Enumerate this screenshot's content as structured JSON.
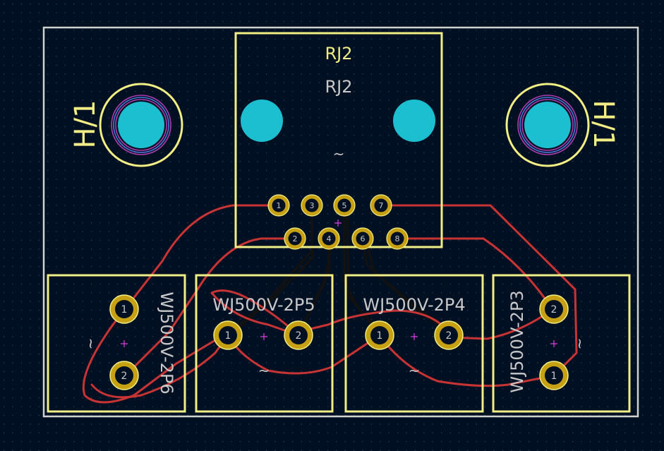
{
  "colors": {
    "background": "#001023",
    "grid_dot": "#3a4a6a",
    "edge_cuts": "#d0d2cd",
    "silkscreen": "#f2ee84",
    "fab_text": "#c8c8c8",
    "copper_front": "#c83434",
    "copper_back": "#111111",
    "pad_ring": "#c8a014",
    "hole": "#1cbfcf",
    "via_ring": "#b03cb0",
    "anchor": "#e040e0"
  },
  "rj45": {
    "ref_silk": "RJ2",
    "ref_fab": "RJ2",
    "value": "~",
    "pins": [
      "1",
      "2",
      "3",
      "4",
      "5",
      "6",
      "7",
      "8"
    ]
  },
  "mounting_holes": {
    "left": {
      "label": "H/1"
    },
    "right": {
      "label": "H/1"
    }
  },
  "terminals": [
    {
      "ref": "WJ500V-2P6",
      "value": "~",
      "pins": [
        "1",
        "2"
      ]
    },
    {
      "ref": "WJ500V-2P5",
      "value": "~",
      "pins": [
        "1",
        "2"
      ]
    },
    {
      "ref": "WJ500V-2P4",
      "value": "~",
      "pins": [
        "1",
        "2"
      ]
    },
    {
      "ref": "WJ500V-2P3",
      "value": "~",
      "pins": [
        "1",
        "2"
      ]
    }
  ]
}
